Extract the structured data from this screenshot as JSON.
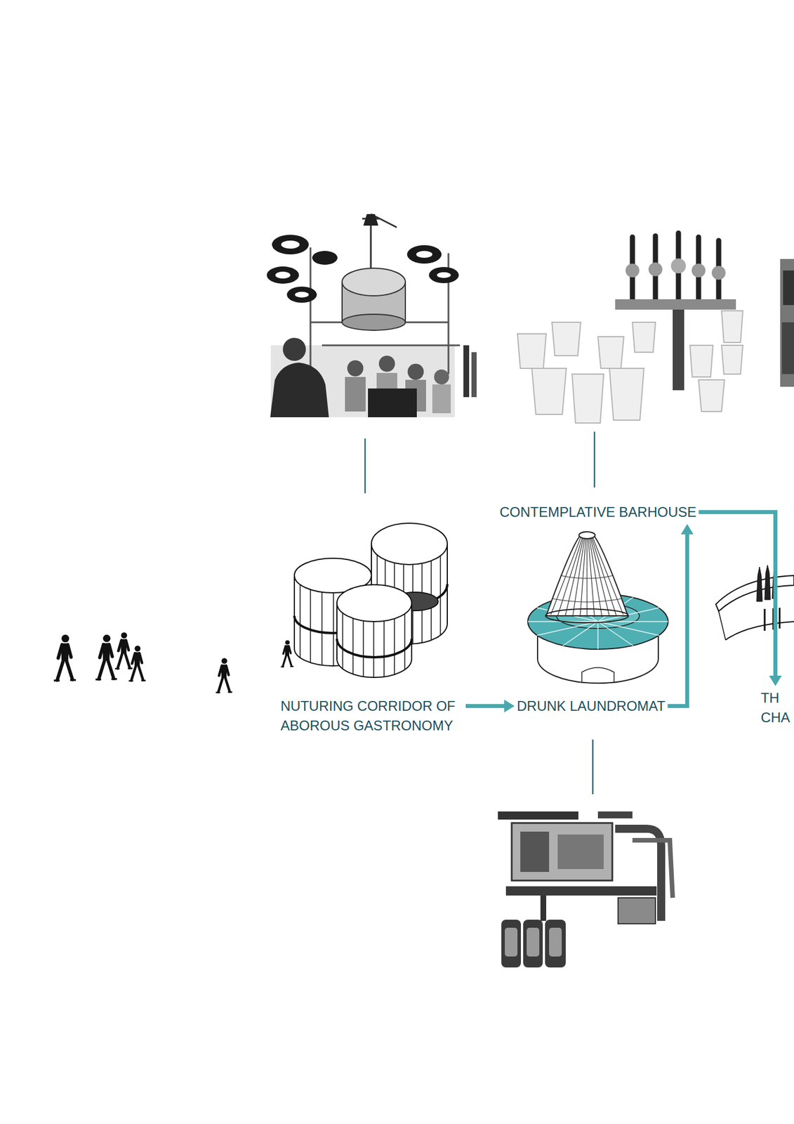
{
  "diagram": {
    "nodes": [
      {
        "text": [
          "NUTURING CORRIDOR OF ABOROUS GASTRONOMY"
        ]
      },
      {
        "text": [
          "DRUNK LAUNDROMAT"
        ]
      },
      {
        "text": [
          "CONTEMPLATIVE BARHOUSE"
        ]
      },
      {
        "text": [
          "TH CHA"
        ]
      }
    ],
    "edges": [
      {
        "from": 0,
        "to": 1,
        "arrow": "to"
      },
      {
        "from": 1,
        "to": 2,
        "arrow": "to"
      },
      {
        "from": 2,
        "to": 3,
        "arrow": "to"
      }
    ]
  }
}
